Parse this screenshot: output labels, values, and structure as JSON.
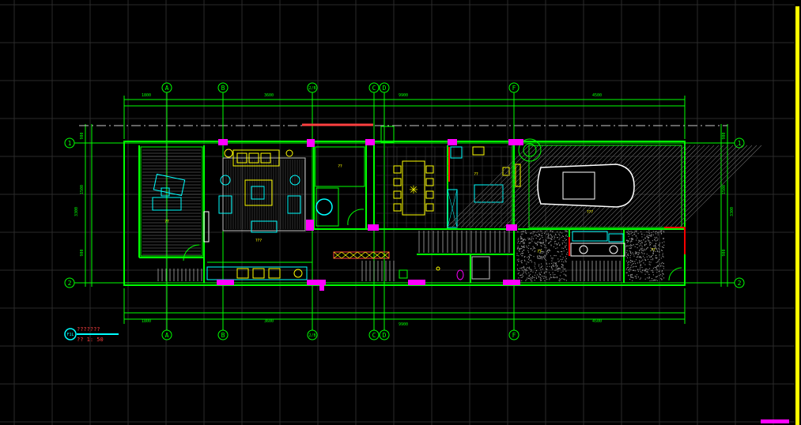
{
  "grid_axes": {
    "vertical": [
      "A",
      "B",
      "2/B",
      "C",
      "D",
      "F"
    ],
    "horizontal": [
      "1",
      "2"
    ]
  },
  "dimensions": {
    "top_overall": "9900",
    "top_parts": [
      "1800",
      "3600",
      "4500"
    ],
    "bottom_overall": "9900",
    "bottom_parts": [
      "1800",
      "3600",
      "4500"
    ],
    "left": [
      "900",
      "1500",
      "900"
    ],
    "right": [
      "900",
      "1500",
      "900"
    ],
    "left_total": "3300",
    "right_total": "3300"
  },
  "room_labels": {
    "garden": "??",
    "living": "???",
    "study": "??",
    "kitchen": "??",
    "garage": "???",
    "entry": "??",
    "storage": "??"
  },
  "title_block": {
    "badge": "F1L",
    "title": "???????",
    "scale": "?? 1: 50"
  },
  "colors": {
    "background": "#000000",
    "wall": "#00ff00",
    "column": "#ff00ff",
    "furniture": "#ffff00",
    "fixture": "#00ffff",
    "hatch": "#c0c0c0",
    "dimension": "#00ff00",
    "accent": "#ff0000"
  }
}
